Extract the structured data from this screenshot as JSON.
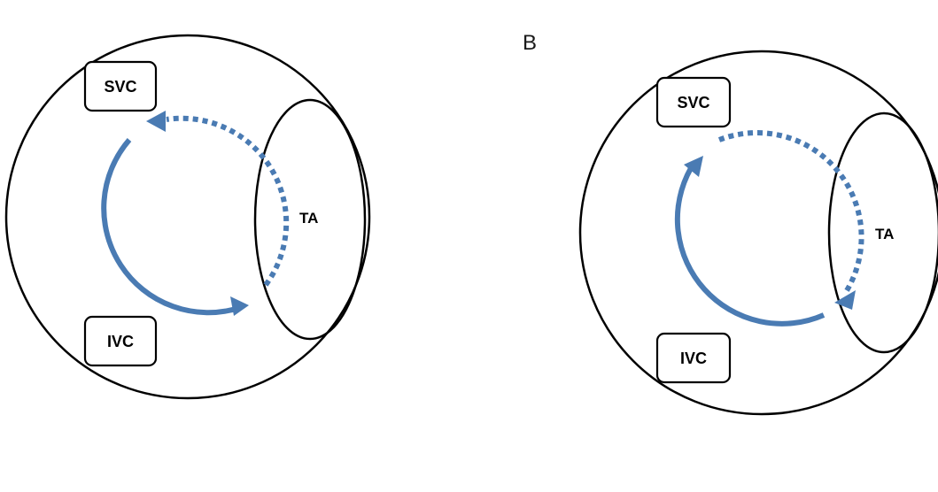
{
  "panels": [
    {
      "letter": "",
      "boxes": {
        "svc": "SVC",
        "ivc": "IVC"
      },
      "annulus_label": "TA"
    },
    {
      "letter": "B",
      "boxes": {
        "svc": "SVC",
        "ivc": "IVC"
      },
      "annulus_label": "TA"
    }
  ],
  "colors": {
    "arrow": "#4a7bb3",
    "outline": "#000000"
  }
}
